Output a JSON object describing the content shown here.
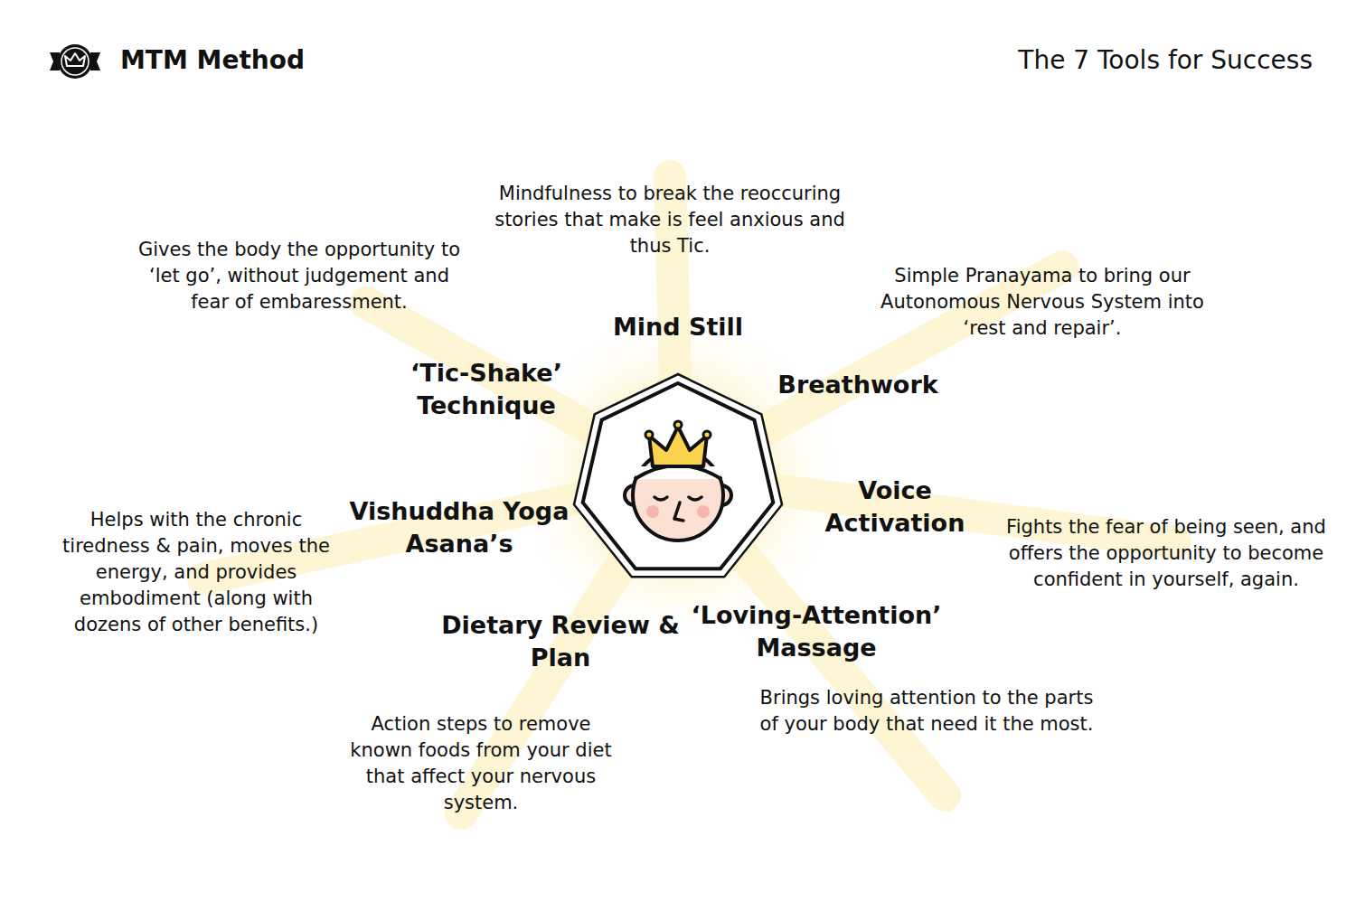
{
  "diagram": {
    "title": "The 7 Tools for Success",
    "labels": [
      "MTM Method",
      "Mindfulness to break the reoccuring stories that make is feel anxious and thus Tic.",
      "Gives the body the opportunity to ‘let go’, without judgement and fear of embaressment.",
      "Simple Pranayama to bring our Autonomous Nervous System into ‘rest and repair’.",
      "Mind Still",
      "‘Tic-Shake’ Technique",
      "Breathwork",
      "Voice Activation",
      "Vishuddha Yoga Asana’s",
      "Helps with the chronic tiredness & pain, moves the energy, and provides embodiment (along with dozens of other benefits.)",
      "Fights the fear of being seen, and offers the opportunity to become confident in yourself, again.",
      "Dietary Review & Plan",
      "‘Loving-Attention’ Massage",
      "Brings loving attention to the parts of your body that need it the most.",
      "Action steps to remove known foods from your diet that affect your nervous system."
    ]
  }
}
